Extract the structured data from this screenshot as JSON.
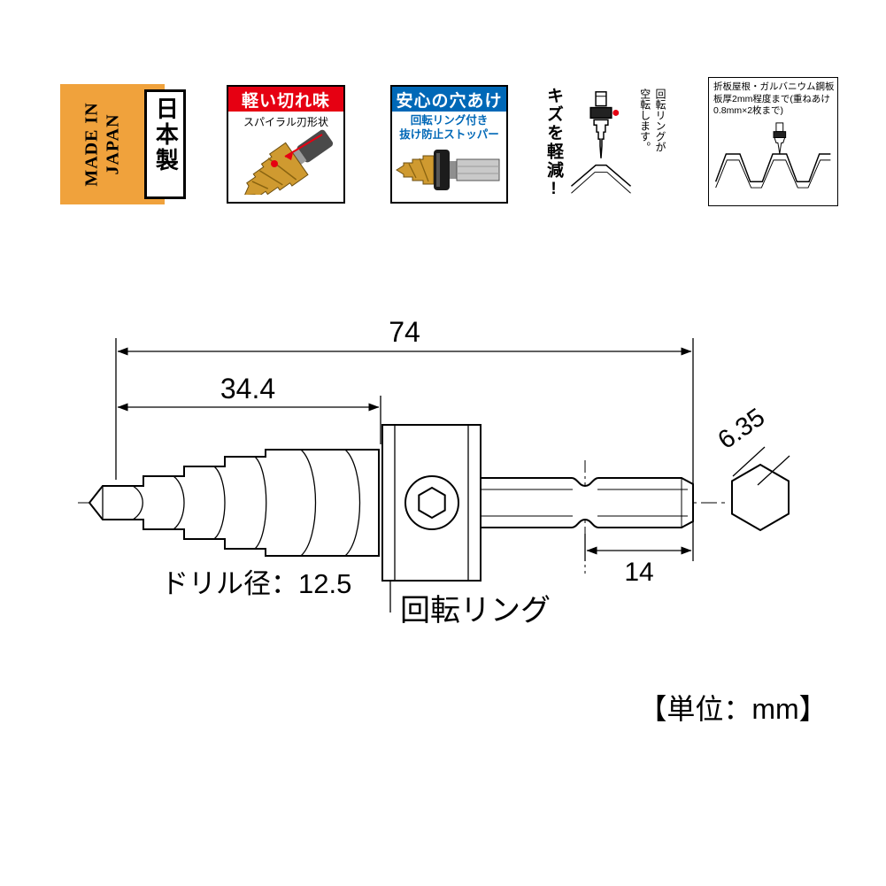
{
  "badges": {
    "made_in_japan": {
      "jp": "日本製",
      "en_line1": "MADE IN",
      "en_line2": "JAPAN"
    },
    "light_cut": {
      "header": "軽い切れ味",
      "caption": "スパイラル刃形状"
    },
    "safe_hole": {
      "header": "安心の穴あけ",
      "line1": "回転リング付き",
      "line2": "抜け防止ストッパー"
    },
    "scratch": {
      "left_vertical": "キズを軽減!",
      "right_col1": "回転リングが",
      "right_col2": "空転します。"
    },
    "roof": {
      "line1": "折板屋根・ガルバニウム鋼板",
      "line2": "板厚2mm程度まで(重ねあけ",
      "line3": "0.8mm×2枚まで)"
    }
  },
  "drawing": {
    "overall_length": "74",
    "drill_length": "34.4",
    "hex_width": "6.35",
    "bit_insert_length": "14",
    "drill_diameter_label": "ドリル径：12.5",
    "ring_label": "回転リング",
    "unit_label": "【単位：mm】"
  },
  "colors": {
    "badge_orange": "#f0a23c",
    "header_red": "#e60012",
    "header_blue": "#0068b7",
    "drill_gold": "#cf9a30",
    "line_black": "#000000"
  }
}
